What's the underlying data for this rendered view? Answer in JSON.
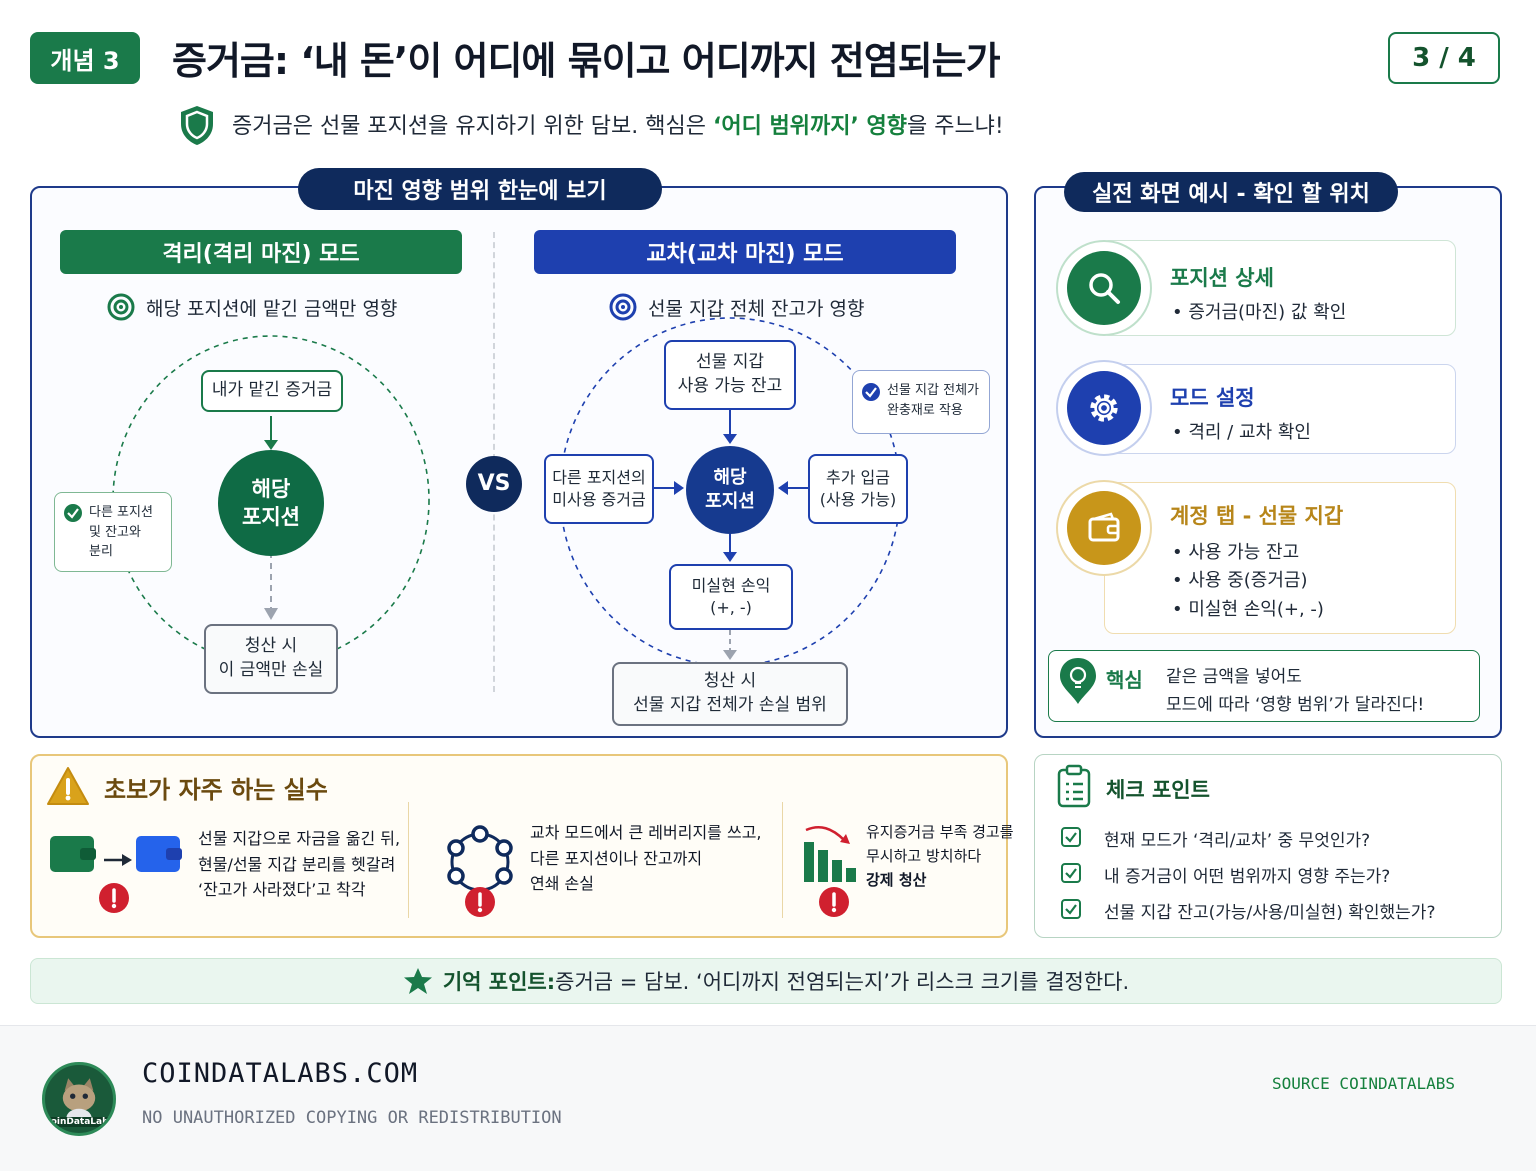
{
  "header": {
    "badge": "개념 3",
    "title": "증거금: ‘내 돈’이 어디에 묶이고 어디까지 전염되는가",
    "page": "3 / 4",
    "subtitle_pre": "증거금은 선물 포지션을 유지하기 위한 담보. 핵심은 ",
    "subtitle_hl": "‘어디 범위까지’ 영향",
    "subtitle_post": "을 주느냐!"
  },
  "scope_panel": {
    "title": "마진 영향 범위 한눈에 보기",
    "vs": "VS",
    "isolated": {
      "bar": "격리(격리 마진) 모드",
      "desc": "해당 포지션에 맡긴 금액만 영향",
      "top_node": "내가 맡긴 증거금",
      "center_1": "해당",
      "center_2": "포지션",
      "bottom_1": "청산 시",
      "bottom_2": "이 금액만 손실",
      "note_1": "다른 포지션",
      "note_2": "및 잔고와",
      "note_3": "분리"
    },
    "cross": {
      "bar": "교차(교차 마진) 모드",
      "desc": "선물 지갑 전체 잔고가 영향",
      "top_1": "선물 지갑",
      "top_2": "사용 가능 잔고",
      "left_1": "다른 포지션의",
      "left_2": "미사용 증거금",
      "center_1": "해당",
      "center_2": "포지션",
      "right_1": "추가 입금",
      "right_2": "(사용 가능)",
      "pnl_1": "미실현 손익",
      "pnl_2": "(+, -)",
      "bottom_1": "청산 시",
      "bottom_2": "선물 지갑 전체가 손실 범위",
      "note_1": "선물 지갑 전체가",
      "note_2": "완충재로 작용"
    }
  },
  "screen_panel": {
    "title": "실전 화면 예시 - 확인 할 위치",
    "cards": [
      {
        "title": "포지션 상세",
        "items": [
          "증거금(마진) 값 확인"
        ],
        "icon": "magnifier-icon",
        "color": "#1a7a4a"
      },
      {
        "title": "모드 설정",
        "items": [
          "격리 / 교차 확인"
        ],
        "icon": "gear-icon",
        "color": "#1e40af"
      },
      {
        "title": "계정 탭 - 선물 지갑",
        "items": [
          "사용 가능 잔고",
          "사용 중(증거금)",
          "미실현 손익(+, -)"
        ],
        "icon": "wallet-icon",
        "color": "#c8961a"
      }
    ],
    "key_label": "핵심",
    "key_1": "같은 금액을 넣어도",
    "key_2": "모드에 따라 ‘영향 범위’가 달라진다!"
  },
  "mistakes": {
    "title": "초보가 자주 하는 실수",
    "items": [
      {
        "l1": "선물 지갑으로 자금을 옮긴 뒤,",
        "l2": "현물/선물 지갑 분리를 헷갈려",
        "l3": "‘잔고가 사라졌다’고 착각"
      },
      {
        "l1": "교차 모드에서 큰 레버리지를 쓰고,",
        "l2": "다른 포지션이나 잔고까지",
        "l3": "연쇄 손실"
      },
      {
        "l1": "유지증거금 부족 경고를",
        "l2": "무시하고 방치하다",
        "l3": "강제 청산"
      }
    ]
  },
  "checkpoints": {
    "title": "체크 포인트",
    "items": [
      "현재 모드가 ‘격리/교차’ 중 무엇인가?",
      "내 증거금이 어떤 범위까지 영향 주는가?",
      "선물 지갑 잔고(가능/사용/미실현) 확인했는가?"
    ]
  },
  "memory": {
    "label": "기억 포인트:",
    "text": " 증거금 = 담보. ‘어디까지 전염되는지’가 리스크 크기를 결정한다."
  },
  "footer": {
    "site": "COINDATALABS.COM",
    "notice": "NO UNAUTHORIZED COPYING OR REDISTRIBUTION",
    "source": "SOURCE COINDATALABS",
    "logo_text": "CoinDataLabs"
  },
  "colors": {
    "green": "#1a7a4a",
    "blue": "#1e40af",
    "navy": "#0f2a5c",
    "gold": "#c8961a",
    "red": "#d0202f"
  }
}
